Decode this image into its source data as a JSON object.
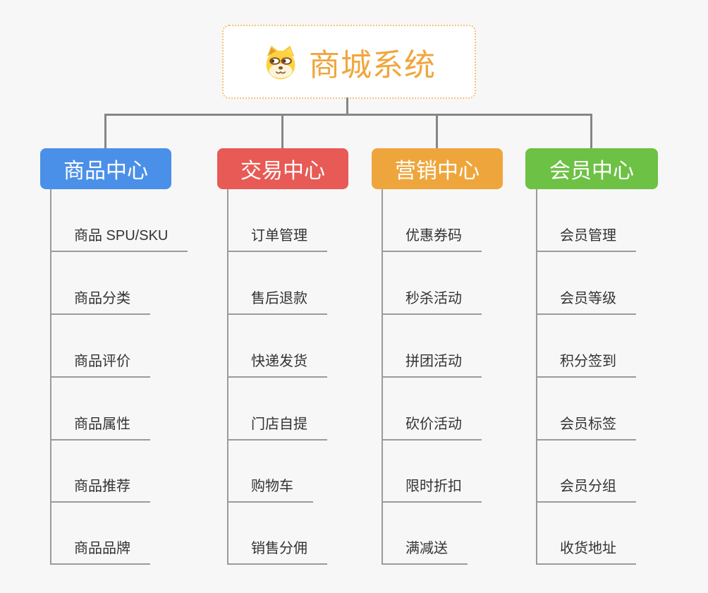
{
  "page": {
    "background_color": "#f7f7f7",
    "connector_color": "#868686",
    "leaf_line_color": "#9b9b9b",
    "leaf_text_color": "#333333"
  },
  "root": {
    "title": "商城系统",
    "icon": "dog-face-icon",
    "text_color": "#f0a63e",
    "border_color": "#f2c178",
    "background": "#ffffff"
  },
  "branches": [
    {
      "label": "商品中心",
      "color": "#4b90e8",
      "children": [
        "商品 SPU/SKU",
        "商品分类",
        "商品评价",
        "商品属性",
        "商品推荐",
        "商品品牌"
      ]
    },
    {
      "label": "交易中心",
      "color": "#e85a55",
      "children": [
        "订单管理",
        "售后退款",
        "快递发货",
        "门店自提",
        "购物车",
        "销售分佣"
      ]
    },
    {
      "label": "营销中心",
      "color": "#eea63c",
      "children": [
        "优惠券码",
        "秒杀活动",
        "拼团活动",
        "砍价活动",
        "限时折扣",
        "满减送"
      ]
    },
    {
      "label": "会员中心",
      "color": "#6dc145",
      "children": [
        "会员管理",
        "会员等级",
        "积分签到",
        "会员标签",
        "会员分组",
        "收货地址"
      ]
    }
  ]
}
